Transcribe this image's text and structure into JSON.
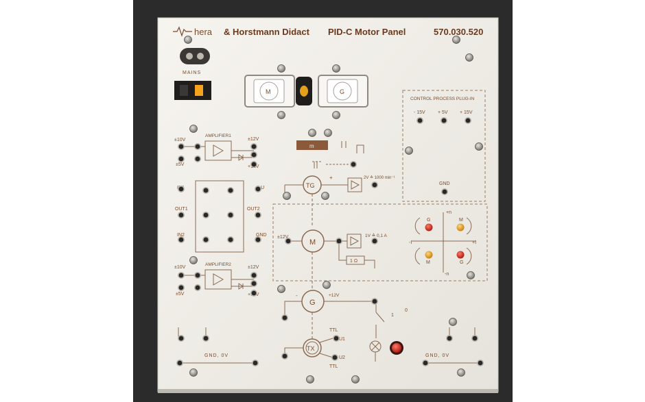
{
  "header": {
    "brand": "hera",
    "company": "& Horstmann Didact",
    "title": "PID-C Motor Panel",
    "part_number": "570.030.520"
  },
  "mains": {
    "label": "MAINS"
  },
  "motor_assembly": {
    "motor_letter": "M",
    "generator_letter": "G"
  },
  "control_plugin": {
    "title": "CONTROL PROCESS PLUG-IN",
    "socket_labels": [
      "- 15V",
      "+ 5V",
      "+ 15V"
    ],
    "gnd": "GND"
  },
  "amplifier1": {
    "name": "AMPLIFIER1",
    "left_top": "±10V",
    "left_bottom": "±5V",
    "right_top": "±12V",
    "right_bottom": "+12V"
  },
  "opamp_block": {
    "in1": "IN1",
    "out1": "OUT1",
    "in2": "IN2",
    "plus_u": "+U",
    "out2": "OUT2",
    "gnd": "GND"
  },
  "amplifier2": {
    "name": "AMPLIFIER2",
    "left_top": "±10V",
    "left_bottom": "±5V",
    "right_top": "±12V",
    "right_bottom": "+12V"
  },
  "tacho": {
    "mass_letter": "m",
    "tg_label": "TG",
    "plus": "+",
    "scale": "2V ≙ 1000 min⁻¹"
  },
  "motor_section": {
    "supply": "±12V",
    "motor_letter": "M",
    "current_scale": "1V ≙ 0,1 A",
    "shunt": "1 Ω"
  },
  "quadrant": {
    "plus_n": "+n",
    "minus_n": "-n",
    "minus_i": "-I",
    "plus_i": "+I",
    "top_left": "G",
    "top_right": "M",
    "bottom_left": "M",
    "bottom_right": "G"
  },
  "generator_section": {
    "letter": "G",
    "minus": "-",
    "voltage": "+12V",
    "switch_on": "1",
    "switch_off": "0"
  },
  "encoder": {
    "label": "TX",
    "ttl_top": "TTL",
    "u1": "U1",
    "u2": "U2",
    "ttl_bottom": "TTL"
  },
  "ground_left": "GND, 0V",
  "ground_right": "GND, 0V",
  "colors": {
    "panel": "#f1efea",
    "backdrop": "#2a2a2a",
    "print": "#7a4a2a",
    "lamp_red": "#d92a1a",
    "lamp_yellow": "#e8a018",
    "switch_light": "#f5a21c"
  }
}
